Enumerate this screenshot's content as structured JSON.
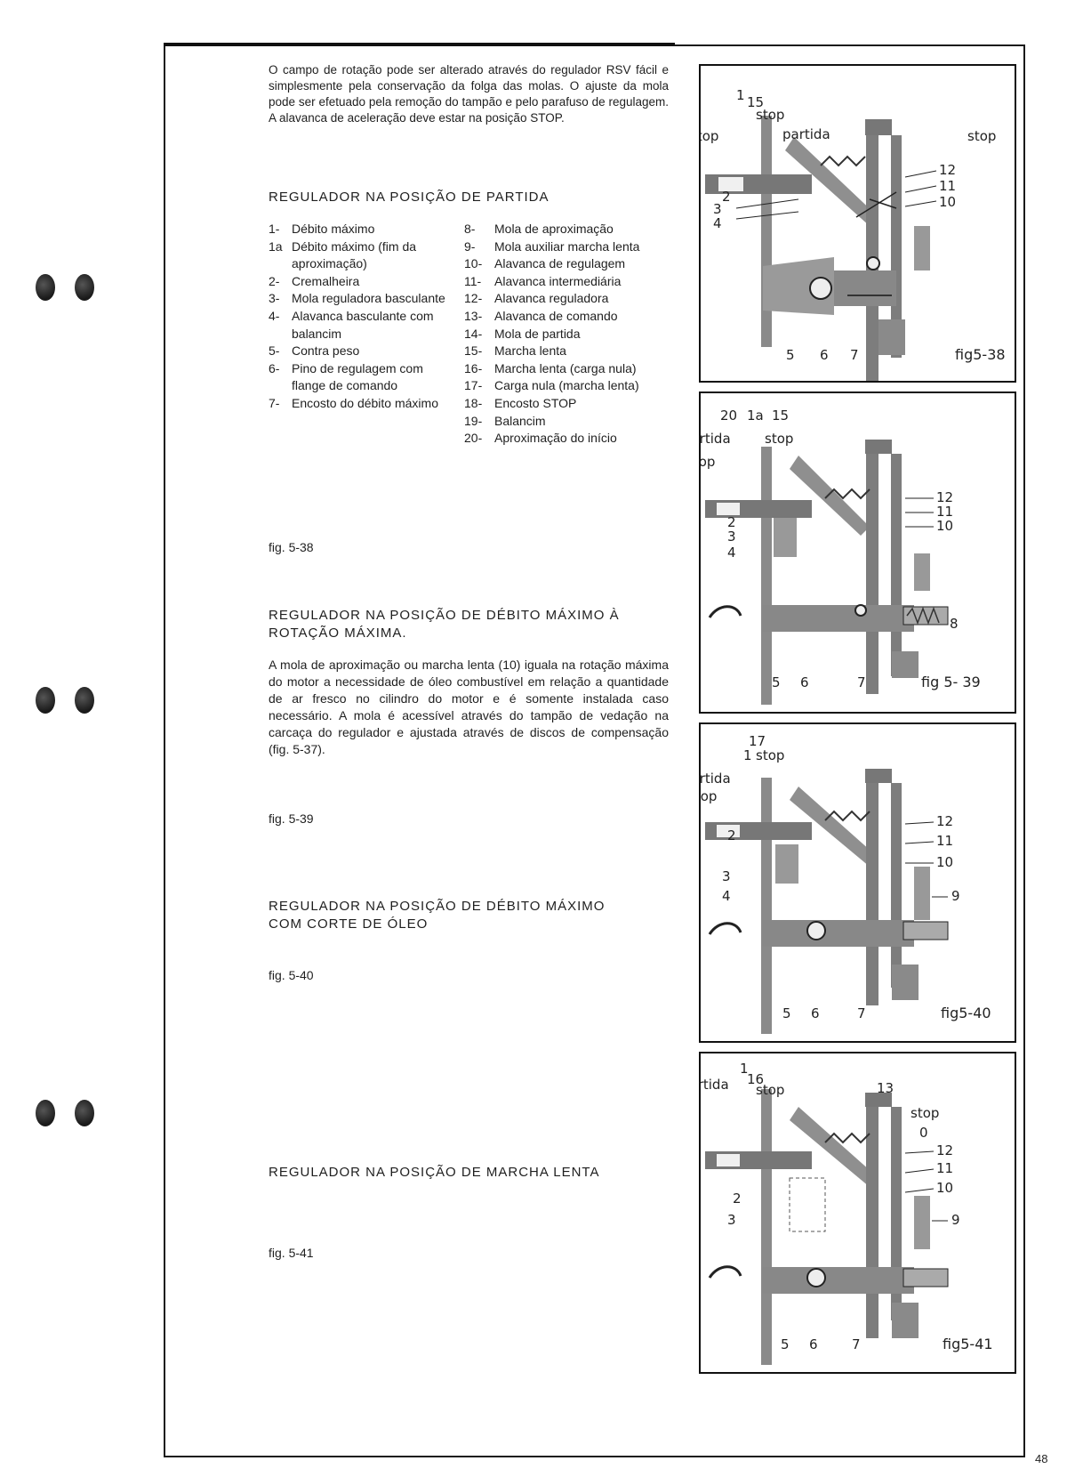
{
  "page": {
    "number": "48"
  },
  "intro": "O campo de rotação pode ser alterado através do regulador RSV fácil e simplesmente pela conservação da folga das molas. O ajuste da mola pode ser efetuado pela remoção do tampão e pelo parafuso de regulagem. A alavanca de aceleração deve estar na posição STOP.",
  "sections": [
    {
      "heading": "REGULADOR NA POSIÇÃO DE PARTIDA",
      "fig": "fig.  5-38"
    },
    {
      "heading_line1": "REGULADOR NA POSIÇÃO DE DÉBITO MÁXIMO À",
      "heading_line2": "ROTAÇÃO MÁXIMA.",
      "body": "A mola de aproximação ou marcha lenta (10) iguala na rotação máxima do motor a necessidade de óleo combustível em relação a quantidade de ar fresco no cilindro do motor e é somente instalada caso necessário. A mola é acessível através do tampão de vedação na carcaça do regulador e ajustada através de discos de compensação (fig. 5-37).",
      "fig": "fig.  5-39"
    },
    {
      "heading_line1": "REGULADOR NA POSIÇÃO DE DÉBITO MÁXIMO",
      "heading_line2": "COM CORTE DE ÓLEO",
      "fig": "fig.  5-40"
    },
    {
      "heading": "REGULADOR NA POSIÇÃO DE MARCHA LENTA",
      "fig": "fig.  5-41"
    }
  ],
  "legend_left": [
    {
      "num": "1-",
      "text": "Débito máximo"
    },
    {
      "num": "1a",
      "text": "Débito máximo (fim da aproximação)"
    },
    {
      "num": "2-",
      "text": "Cremalheira"
    },
    {
      "num": "3-",
      "text": "Mola reguladora basculante"
    },
    {
      "num": "4-",
      "text": "Alavanca basculante com balancim"
    },
    {
      "num": "5-",
      "text": "Contra peso"
    },
    {
      "num": "6-",
      "text": "Pino de regulagem com flange de comando"
    },
    {
      "num": "7-",
      "text": "Encosto do débito máximo"
    }
  ],
  "legend_right": [
    {
      "num": "8-",
      "text": "Mola de aproximação"
    },
    {
      "num": "9-",
      "text": "Mola auxiliar marcha lenta"
    },
    {
      "num": "10-",
      "text": "Alavanca de regulagem"
    },
    {
      "num": "11-",
      "text": "Alavanca intermediária"
    },
    {
      "num": "12-",
      "text": "Alavanca reguladora"
    },
    {
      "num": "13-",
      "text": "Alavanca de comando"
    },
    {
      "num": "14-",
      "text": "Mola de partida"
    },
    {
      "num": "15-",
      "text": "Marcha lenta"
    },
    {
      "num": "16-",
      "text": "Marcha lenta (carga nula)"
    },
    {
      "num": "17-",
      "text": "Carga nula (marcha lenta)"
    },
    {
      "num": "18-",
      "text": "Encosto STOP"
    },
    {
      "num": "19-",
      "text": "Balancim"
    },
    {
      "num": "20-",
      "text": "Aproximação do início"
    }
  ],
  "figures": [
    {
      "caption": "fig5-38",
      "labels": {
        "top1": "1",
        "top2": "15",
        "stop_a": "stop",
        "stop_b": "stop",
        "stop_c": "stop",
        "partida": "partida",
        "r12": "12",
        "r11": "11",
        "r10": "10",
        "l2": "2",
        "l3": "3",
        "l4": "4",
        "b5": "5",
        "b6": "6",
        "b7": "7"
      }
    },
    {
      "caption": "fig 5- 39",
      "labels": {
        "top1": "20",
        "top2": "1a",
        "top3": "15",
        "partida": "partida",
        "stop_a": "stop",
        "stop_b": "stop",
        "r12": "12",
        "r11": "11",
        "r10": "10",
        "r8": "8",
        "l2": "2",
        "l3": "3",
        "l4": "4",
        "b5": "5",
        "b6": "6",
        "b7": "7"
      }
    },
    {
      "caption": "fig5-40",
      "labels": {
        "top1": "17",
        "top2": "1",
        "stop_a": "stop",
        "partida": "partida",
        "stop_b": "stop",
        "r12": "12",
        "r11": "11",
        "r10": "10",
        "r9": "9",
        "l2": "2",
        "l3": "3",
        "l4": "4",
        "b5": "5",
        "b6": "6",
        "b7": "7"
      }
    },
    {
      "caption": "fig5-41",
      "labels": {
        "top1": "1",
        "top2": "16",
        "partida": "partida",
        "stop_a": "stop",
        "r13": "13",
        "stop_b": "stop",
        "r0": "0",
        "r12": "12",
        "r11": "11",
        "r10": "10",
        "r9": "9",
        "l2": "2",
        "l3": "3",
        "b5": "5",
        "b6": "6",
        "b7": "7"
      }
    }
  ]
}
